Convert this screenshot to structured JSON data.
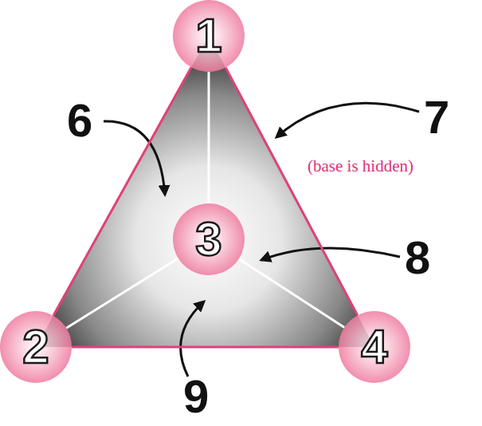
{
  "diagram": {
    "nodes": [
      {
        "text": [
          "1"
        ]
      },
      {
        "text": [
          "2"
        ]
      },
      {
        "text": [
          "3"
        ]
      },
      {
        "text": [
          "4"
        ]
      }
    ],
    "edges": [
      {
        "from": 0,
        "to": 1,
        "arrow": "none"
      },
      {
        "from": 0,
        "to": 3,
        "arrow": "none"
      },
      {
        "from": 1,
        "to": 3,
        "arrow": "none"
      },
      {
        "from": 0,
        "to": 2,
        "arrow": "none"
      },
      {
        "from": 1,
        "to": 2,
        "arrow": "none"
      },
      {
        "from": 2,
        "to": 3,
        "arrow": "none"
      }
    ],
    "labels": [
      "6",
      "7",
      "(base is hidden)",
      "8",
      "9"
    ]
  }
}
